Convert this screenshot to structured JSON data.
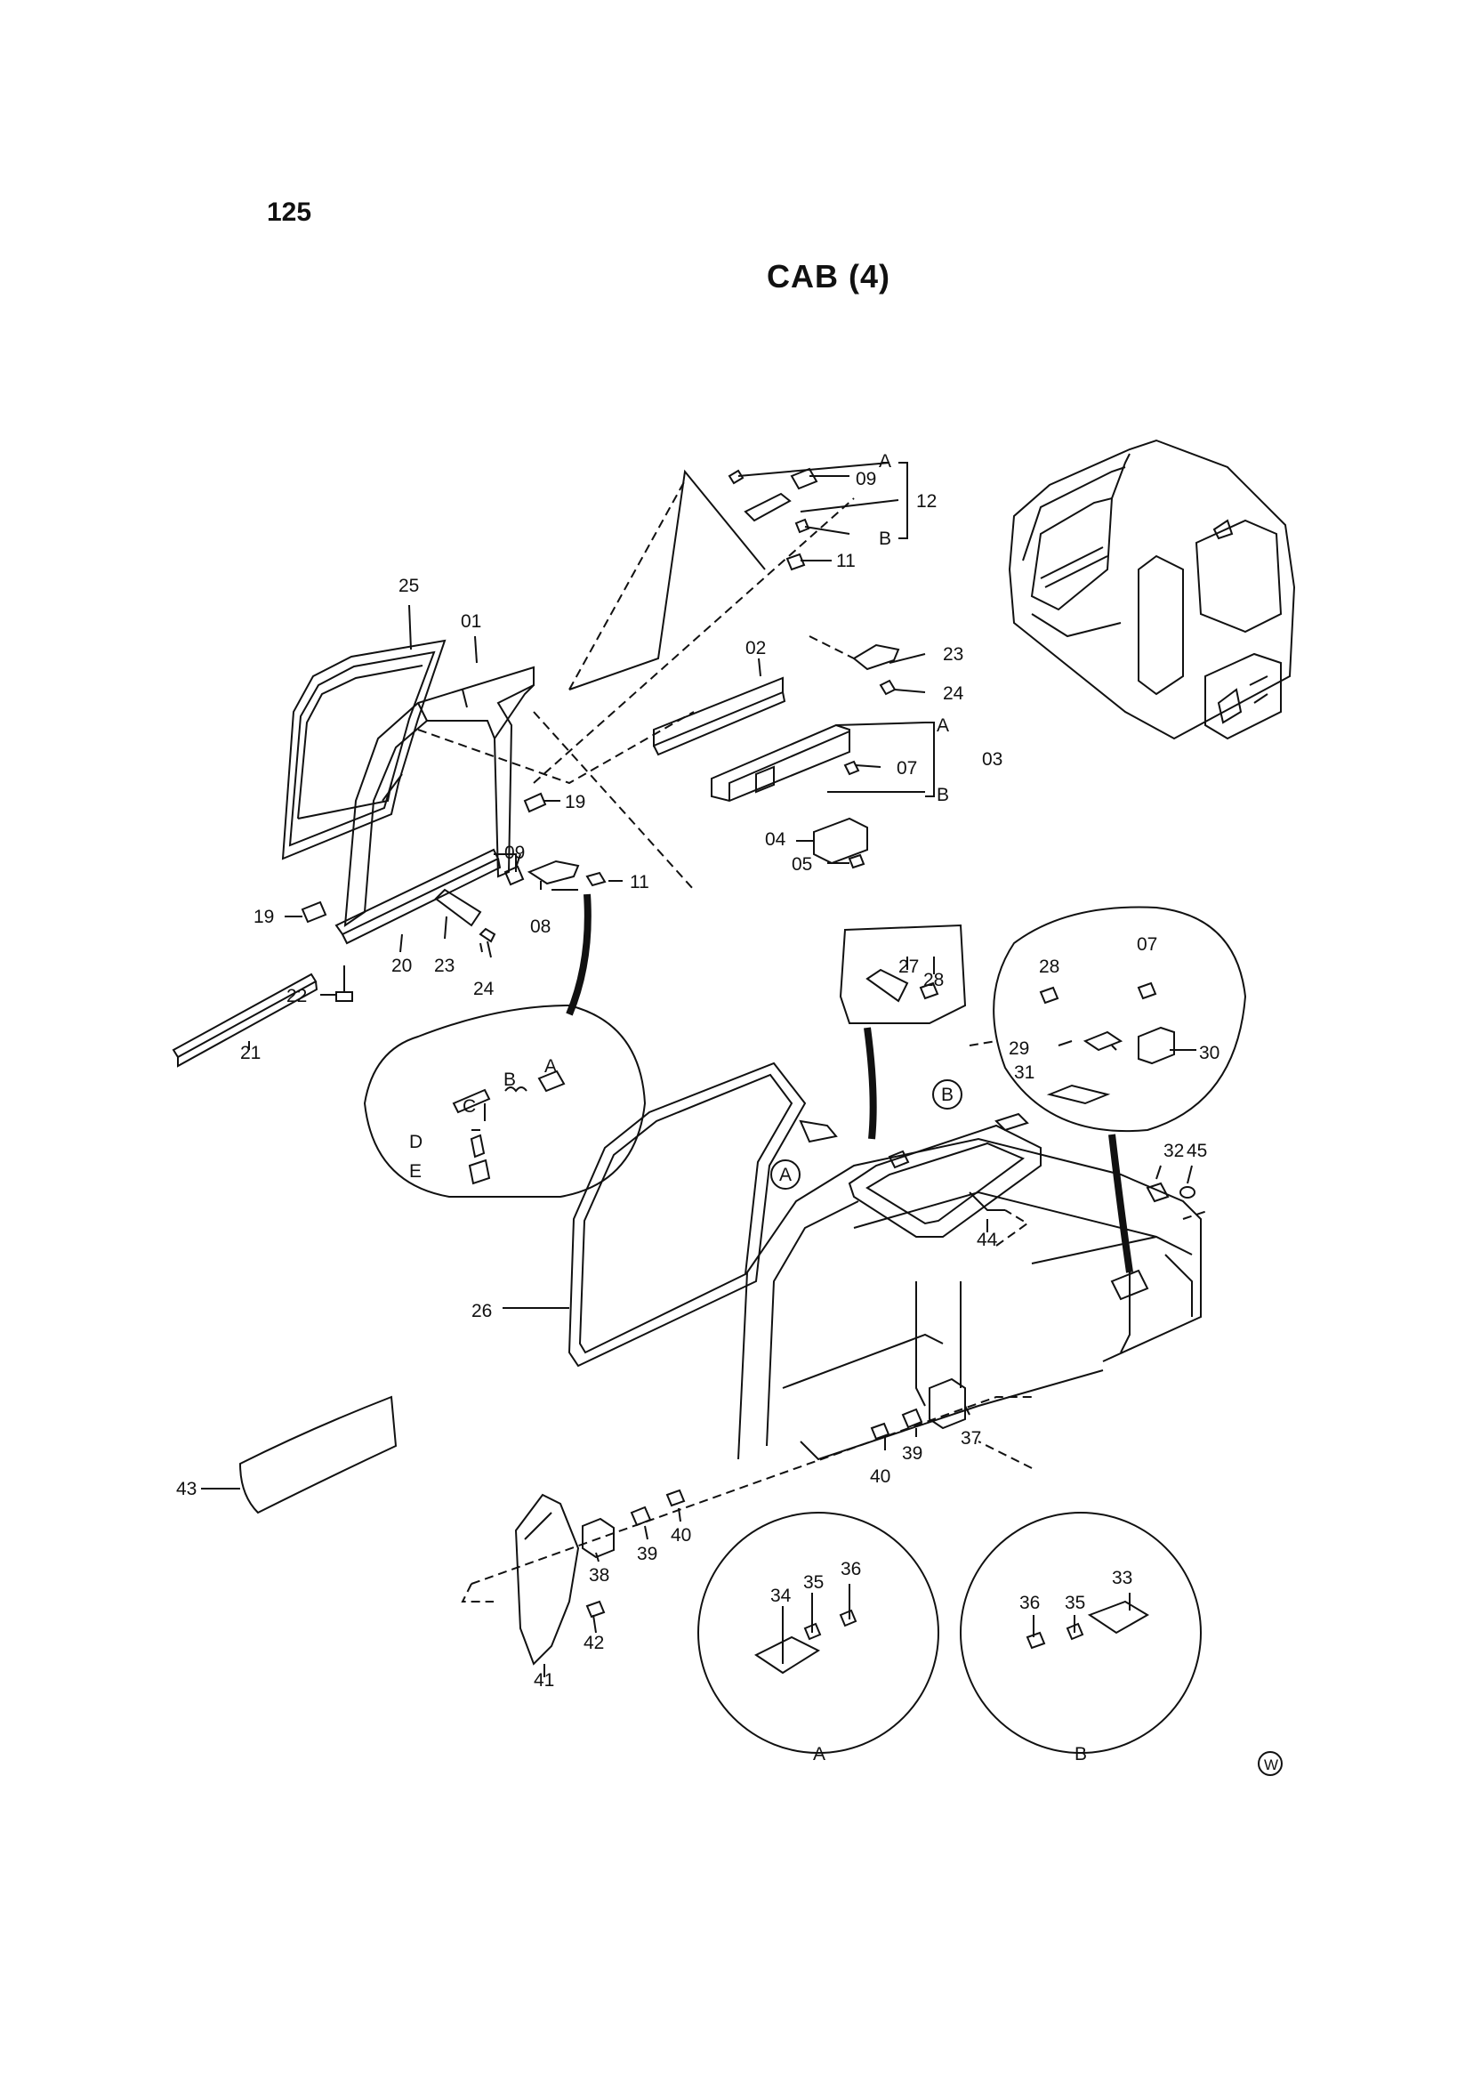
{
  "page_number": "125",
  "title": "CAB (4)",
  "mark": "W",
  "callouts": {
    "c25": "25",
    "c01": "01",
    "c02": "02",
    "c03": "03",
    "c04": "04",
    "c05": "05",
    "c07a": "07",
    "c07b": "07",
    "c08": "08",
    "c09a": "09",
    "c09b": "09",
    "c11a": "11",
    "c11b": "11",
    "c12": "12",
    "c19a": "19",
    "c19b": "19",
    "c20": "20",
    "c21": "21",
    "c22": "22",
    "c23a": "23",
    "c23b": "23",
    "c24a": "24",
    "c24b": "24",
    "c26": "26",
    "c27": "27",
    "c28a": "28",
    "c28b": "28",
    "c29": "29",
    "c30": "30",
    "c31": "31",
    "c32": "32",
    "c33": "33",
    "c34": "34",
    "c35a": "35",
    "c35b": "35",
    "c36a": "36",
    "c36b": "36",
    "c37": "37",
    "c38": "38",
    "c39a": "39",
    "c39b": "39",
    "c40a": "40",
    "c40b": "40",
    "c41": "41",
    "c42": "42",
    "c43": "43",
    "c44": "44",
    "c45": "45"
  },
  "letters": {
    "a1": "A",
    "b1": "B",
    "a2": "A",
    "b2": "B",
    "ca": "A",
    "cb": "B",
    "cc": "C",
    "cd": "D",
    "ce": "E",
    "markA": "A",
    "markB": "B",
    "detA": "A",
    "detB": "B"
  }
}
